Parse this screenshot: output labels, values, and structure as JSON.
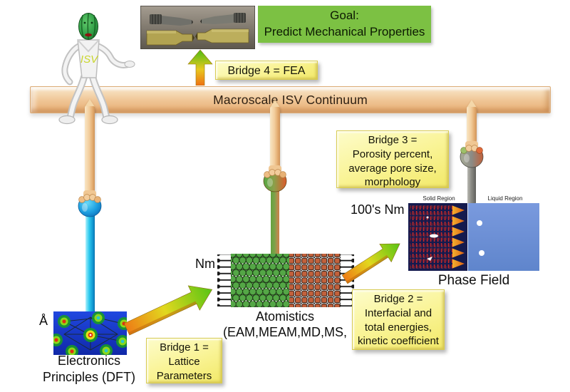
{
  "goal": {
    "line1": "Goal:",
    "line2": "Predict Mechanical Properties"
  },
  "beam": {
    "label": "Macroscale ISV Continuum"
  },
  "bridges": {
    "b1": {
      "lines": [
        "Bridge 1 =",
        "Lattice",
        "Parameters"
      ]
    },
    "b2": {
      "lines": [
        "Bridge 2 =",
        "Interfacial and",
        "total energies,",
        "kinetic coefficient"
      ]
    },
    "b3": {
      "lines": [
        "Bridge 3 =",
        "Porosity percent,",
        "average pore size,",
        "morphology"
      ]
    },
    "b4": {
      "label": "Bridge 4 = FEA"
    }
  },
  "scales": {
    "dft": {
      "unit": "Å",
      "caption1": "Electronics",
      "caption2": "Principles (DFT)"
    },
    "atomistics": {
      "unit": "Nm",
      "caption1": "Atomistics",
      "caption2": "(EAM,MEAM,MD,MS,"
    },
    "phase_field": {
      "unit": "100's Nm",
      "caption": "Phase Field",
      "region_solid": "Solid Region",
      "region_liquid": "Liquid Region"
    }
  },
  "robot": {
    "chest_label": "ISV"
  },
  "colors": {
    "goal_green": "#7cc143",
    "note_yellow": "#f9f393",
    "beam_tan": "#efc493",
    "arrow_green": "#58c818",
    "arrow_orange": "#f08018",
    "dft_blue": "#1838d0",
    "atom_green": "#54a746",
    "atom_orange": "#c2613c",
    "solid_navy": "#141a4e",
    "liquid_blue": "#6b8fd4",
    "rod_cyan": "#2cc9ef"
  }
}
